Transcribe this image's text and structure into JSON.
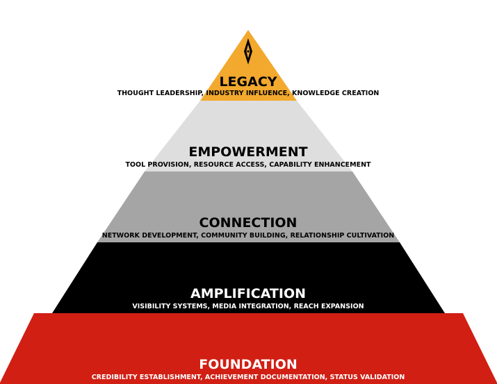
{
  "tiers": [
    {
      "title": "LEGACY",
      "subtitle": "THOUGHT LEADERSHIP, INDUSTRY INFLUENCE, KNOWLEDGE CREATION",
      "fill": "#F2A92E",
      "text_color": "#000000"
    },
    {
      "title": "EMPOWERMENT",
      "subtitle": "TOOL PROVISION, RESOURCE ACCESS, CAPABILITY ENHANCEMENT",
      "fill": "#DEDEDE",
      "text_color": "#000000"
    },
    {
      "title": "CONNECTION",
      "subtitle": "NETWORK DEVELOPMENT, COMMUNITY BUILDING, RELATIONSHIP CULTIVATION",
      "fill": "#A5A5A5",
      "text_color": "#000000"
    },
    {
      "title": "AMPLIFICATION",
      "subtitle": "VISIBILITY SYSTEMS, MEDIA INTEGRATION, REACH EXPANSION",
      "fill": "#000000",
      "text_color": "#FFFFFF"
    },
    {
      "title": "FOUNDATION",
      "subtitle": "CREDIBILITY ESTABLISHMENT, ACHIEVEMENT DOCUMENTATION, STATUS VALIDATION",
      "fill": "#D11F14",
      "text_color": "#FFFFFF"
    }
  ],
  "top_icon": "compass-needle-icon"
}
